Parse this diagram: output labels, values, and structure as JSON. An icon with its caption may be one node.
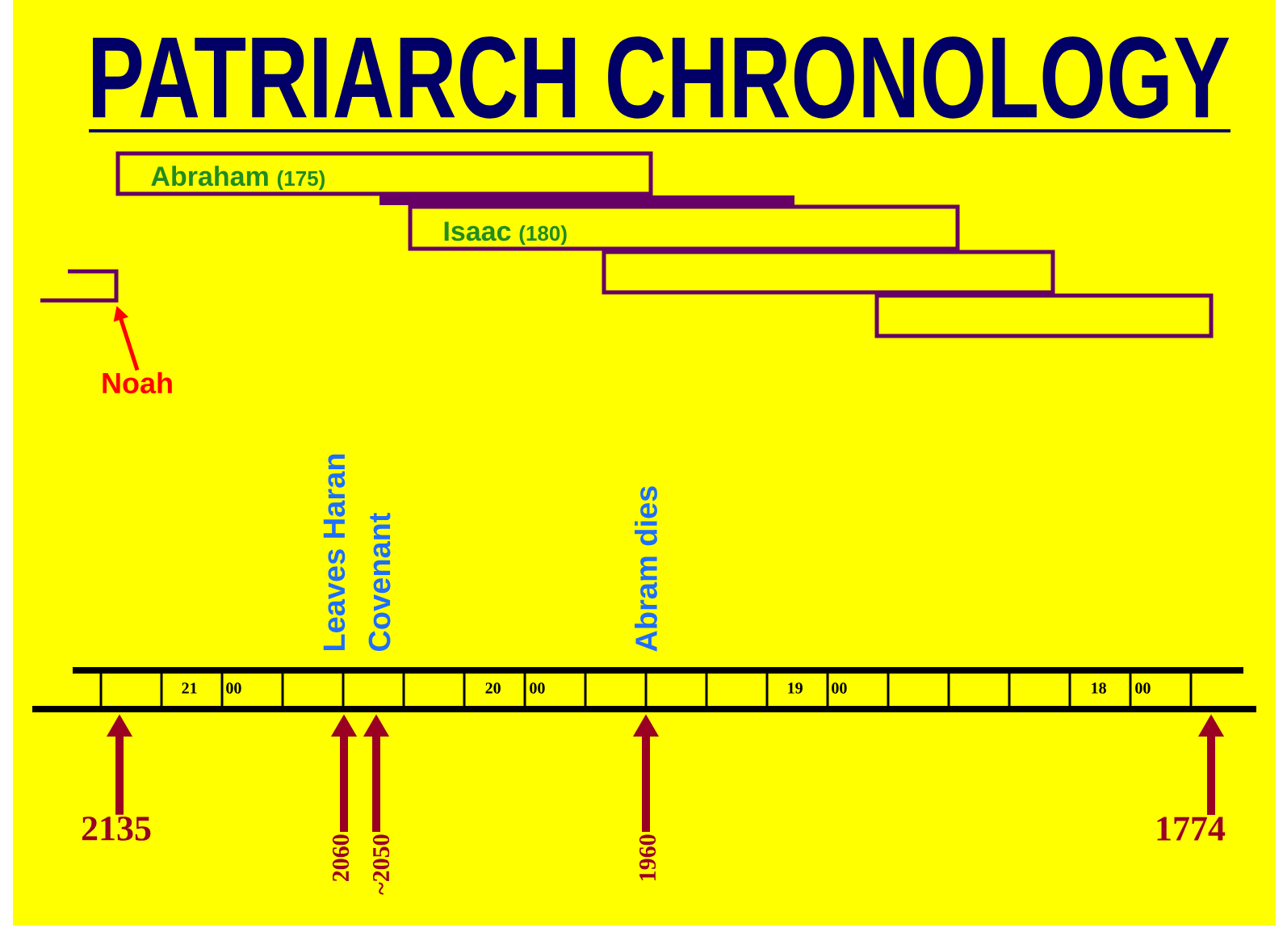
{
  "diagram": {
    "title": "PATRIARCH CHRONOLOGY",
    "nodes": [
      {
        "text": [
          "Abraham",
          "(175)"
        ]
      },
      {
        "text": [],
        "shape": "bar"
      },
      {
        "text": [
          "Isaac",
          "(180)"
        ]
      },
      {
        "text": [],
        "shape": "box"
      },
      {
        "text": [],
        "shape": "box"
      },
      {
        "text": [],
        "shape": "line"
      },
      {
        "text": [
          "Noah"
        ]
      },
      {
        "text": [
          "2135"
        ]
      },
      {
        "text": [
          "2060"
        ]
      },
      {
        "text": [
          "~2050"
        ]
      },
      {
        "text": [
          "1960"
        ]
      },
      {
        "text": [
          "1774"
        ]
      }
    ],
    "edges": [
      {
        "from": 6,
        "to": 5,
        "arrow": "to",
        "color": "#ff0000"
      },
      {
        "from": 7,
        "to": null,
        "arrow": "to"
      },
      {
        "from": 8,
        "to": null,
        "arrow": "to"
      },
      {
        "from": 9,
        "to": null,
        "arrow": "to"
      },
      {
        "from": 10,
        "to": null,
        "arrow": "to"
      },
      {
        "from": 11,
        "to": null,
        "arrow": "to"
      }
    ],
    "labels": [
      "Leaves Haran",
      "Covenant",
      "Abram dies",
      "21",
      "00",
      "20",
      "00",
      "19",
      "00",
      "18",
      "00"
    ]
  }
}
